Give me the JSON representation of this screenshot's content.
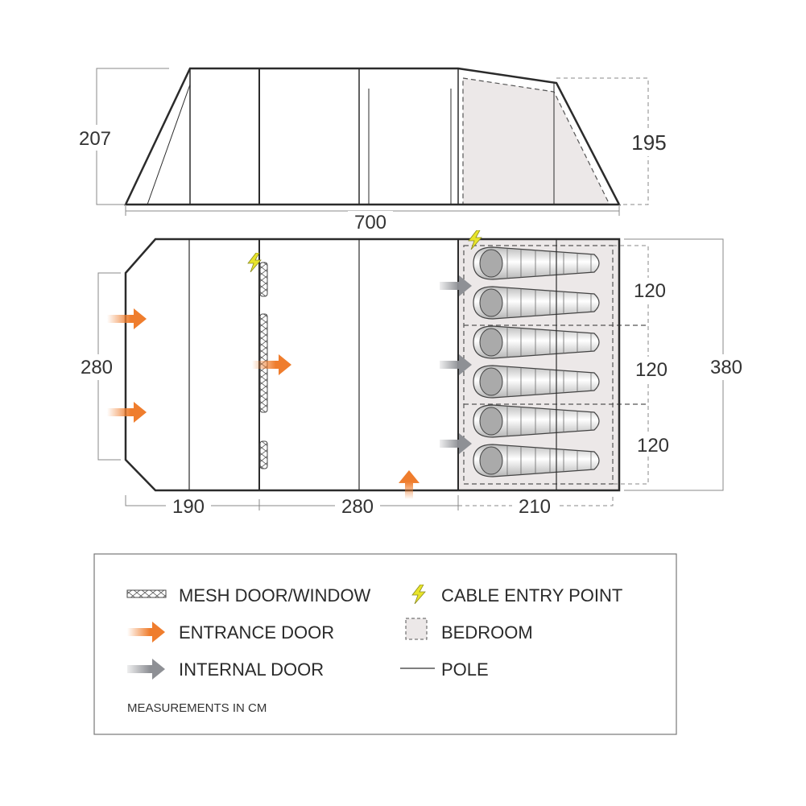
{
  "side_view": {
    "height_total": "207",
    "height_bedroom": "195",
    "length": "700"
  },
  "floor_plan": {
    "width_left": "280",
    "width_total": "380",
    "sections": [
      "190",
      "280",
      "210"
    ],
    "bedrooms": [
      "120",
      "120",
      "120"
    ],
    "sleeping_bags": 6
  },
  "legend": {
    "mesh": "MESH DOOR/WINDOW",
    "entrance": "ENTRANCE DOOR",
    "internal": "INTERNAL DOOR",
    "cable": "CABLE ENTRY POINT",
    "bedroom": "BEDROOM",
    "pole": "POLE",
    "note": "MEASUREMENTS IN CM"
  },
  "colors": {
    "entrance": "#ef7d2d",
    "internal": "#8e9095",
    "cable": "#e8e42a",
    "bedroom": "#ece8e8",
    "outline": "#2b2b2b"
  }
}
